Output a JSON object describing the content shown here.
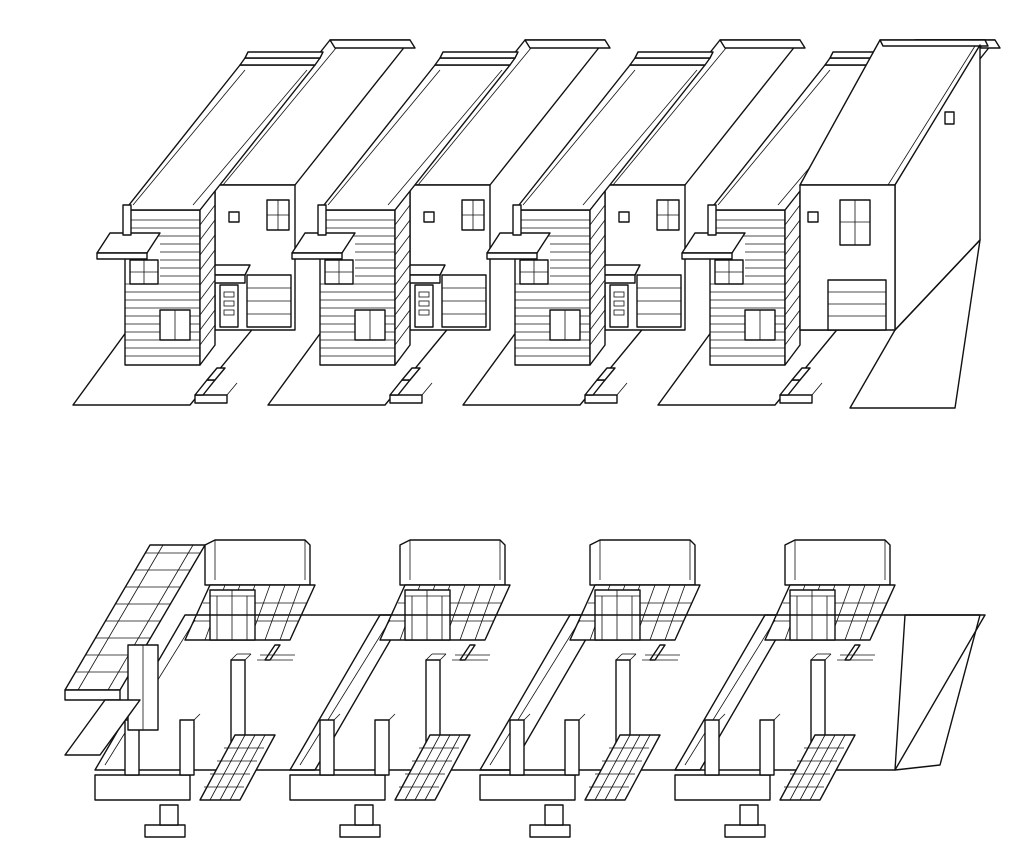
{
  "drawing": {
    "style": "black-and-white isometric line drawing",
    "stroke_color": "#111111",
    "background_color": "#ffffff",
    "upper_view": {
      "label": "",
      "unit_count": 4,
      "end_wall": true
    },
    "lower_view": {
      "label": "",
      "unit_count": 4,
      "stair": true
    }
  }
}
